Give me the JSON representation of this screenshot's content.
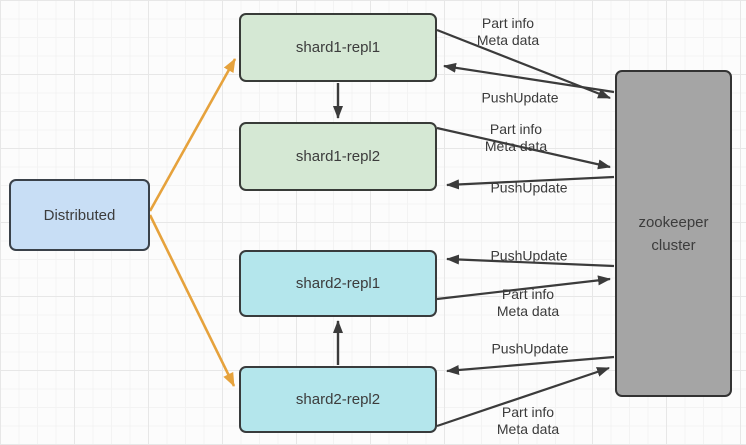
{
  "diagram": {
    "type": "architecture-diagram",
    "background": "#fcfcfc",
    "grid_color": "#e7e7e7",
    "nodes": {
      "distributed": {
        "label": "Distributed",
        "fill": "#c8def5",
        "border": "#3a4149"
      },
      "shard1_repl1": {
        "label": "shard1-repl1",
        "fill": "#d5e8d4",
        "border": "#383b38"
      },
      "shard1_repl2": {
        "label": "shard1-repl2",
        "fill": "#d5e8d4",
        "border": "#383b38"
      },
      "shard2_repl1": {
        "label": "shard2-repl1",
        "fill": "#b4e6ec",
        "border": "#383b3c"
      },
      "shard2_repl2": {
        "label": "shard2-repl2",
        "fill": "#b4e6ec",
        "border": "#383b3c"
      },
      "zookeeper_cluster": {
        "label_line1": "zookeeper",
        "label_line2": "cluster",
        "fill": "#a5a5a5",
        "border": "#333333"
      }
    },
    "edge_labels": {
      "s1r1_meta": {
        "line1": "Part info",
        "line2": "Meta data"
      },
      "s1r1_push": {
        "text": "PushUpdate"
      },
      "s1r2_meta": {
        "line1": "Part info",
        "line2": "Meta data"
      },
      "s1r2_push": {
        "text": "PushUpdate"
      },
      "s2r1_push": {
        "text": "PushUpdate"
      },
      "s2r1_meta": {
        "line1": "Part info",
        "line2": "Meta data"
      },
      "s2r2_push": {
        "text": "PushUpdate"
      },
      "s2r2_meta": {
        "line1": "Part info",
        "line2": "Meta data"
      }
    },
    "edges": [
      {
        "from": "distributed",
        "to": "shard1_repl1",
        "color": "orange"
      },
      {
        "from": "distributed",
        "to": "shard2_repl2",
        "color": "orange"
      },
      {
        "from": "shard1_repl1",
        "to": "shard1_repl2",
        "color": "black"
      },
      {
        "from": "shard2_repl2",
        "to": "shard2_repl1",
        "color": "black"
      },
      {
        "from": "shard1_repl1",
        "to": "zookeeper_cluster",
        "color": "black",
        "label": "Part info / Meta data"
      },
      {
        "from": "zookeeper_cluster",
        "to": "shard1_repl1",
        "color": "black",
        "label": "PushUpdate"
      },
      {
        "from": "shard1_repl2",
        "to": "zookeeper_cluster",
        "color": "black",
        "label": "Part info / Meta data"
      },
      {
        "from": "zookeeper_cluster",
        "to": "shard1_repl2",
        "color": "black",
        "label": "PushUpdate"
      },
      {
        "from": "zookeeper_cluster",
        "to": "shard2_repl1",
        "color": "black",
        "label": "PushUpdate"
      },
      {
        "from": "shard2_repl1",
        "to": "zookeeper_cluster",
        "color": "black",
        "label": "Part info / Meta data"
      },
      {
        "from": "zookeeper_cluster",
        "to": "shard2_repl2",
        "color": "black",
        "label": "PushUpdate"
      },
      {
        "from": "shard2_repl2",
        "to": "zookeeper_cluster",
        "color": "black",
        "label": "Part info / Meta data"
      }
    ],
    "colors": {
      "arrow_black": "#3b3b3b",
      "arrow_orange": "#e6a23c"
    }
  }
}
